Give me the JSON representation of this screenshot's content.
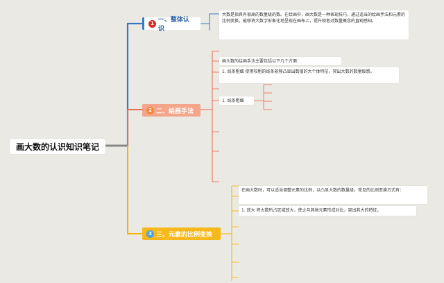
{
  "root": {
    "title": "画大数的认识知识笔记"
  },
  "colors": {
    "branch1": "#3a78c2",
    "branch2": "#e8694b",
    "branch3": "#f4b400",
    "root_connector": "#888888"
  },
  "branches": [
    {
      "badge": "1",
      "label": "一、整体认识"
    },
    {
      "badge": "2",
      "label": "二、绘画手法"
    },
    {
      "badge": "3",
      "label": "三、元素的比例变换"
    }
  ],
  "notes": {
    "overview": "大数是指具有很高的数量级的数。在绘画中，画大数是一种表现技巧，通过适当的绘画手法和元素的比例变换，能够将大数字形象化地呈现在画布上，提升观者对数量概念的直观感知。",
    "technique_intro": "画大数的绘画手法主要包括以下几个方面：",
    "technique_item1": "1. 线条粗细 使用较粗的线条能够凸显出数值的大个体特征，突出大数的数量级感。",
    "technique_line_label": "1. 线条粗细",
    "scale_intro": "在画大数时，可以适当调整元素的比例，以凸显大数的数量级。常见的比例变换方式有：",
    "scale_item1": "1. 放大 将大数所占区域放大，使之与其他元素形成对比，突出其大的特征。"
  }
}
